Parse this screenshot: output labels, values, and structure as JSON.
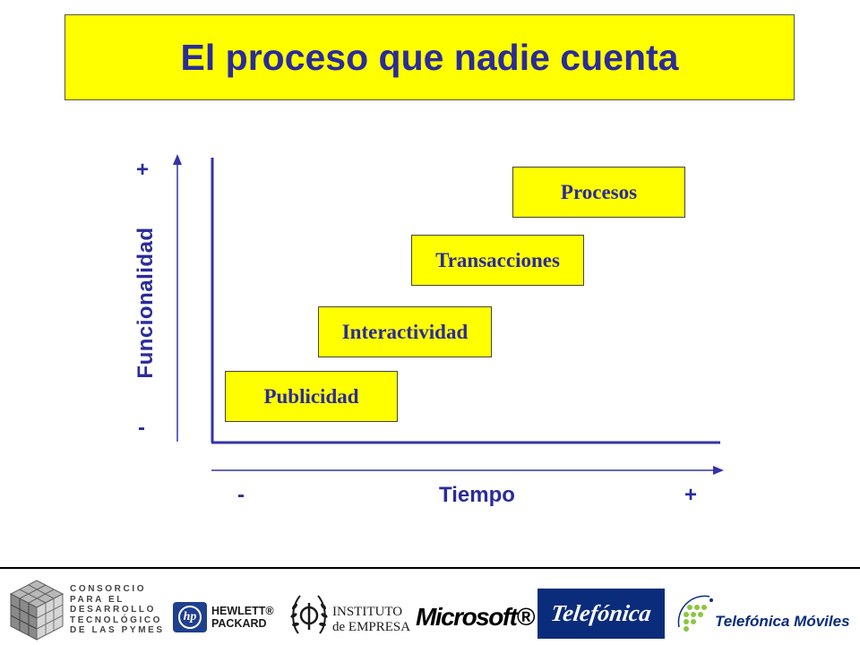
{
  "title": "El proceso que nadie cuenta",
  "diagram": {
    "y_axis_label": "Funcionalidad",
    "y_plus": "+",
    "y_minus": "-",
    "x_axis_label": "Tiempo",
    "x_minus": "-",
    "x_plus": "+",
    "steps": [
      {
        "label": "Publicidad"
      },
      {
        "label": "Interactividad"
      },
      {
        "label": "Transacciones"
      },
      {
        "label": "Procesos"
      }
    ]
  },
  "colors": {
    "title_bg": "#ffff00",
    "text_blue": "#2b2b9b",
    "axis_blue": "#3333aa"
  },
  "footer": {
    "consorcio_text": "CONSORCIO\nPARA EL\nDESARROLLO\nTECNOLÓGICO\nDE LAS PYMES",
    "hp_text": "HEWLETT®\nPACKARD",
    "hp_mark": "hp",
    "ie_text": "INSTITUTO\nde EMPRESA",
    "microsoft_text": "Microsoft®",
    "telefonica_text": "Telefónica",
    "telefonica_moviles_text": "Telefónica Móviles"
  }
}
